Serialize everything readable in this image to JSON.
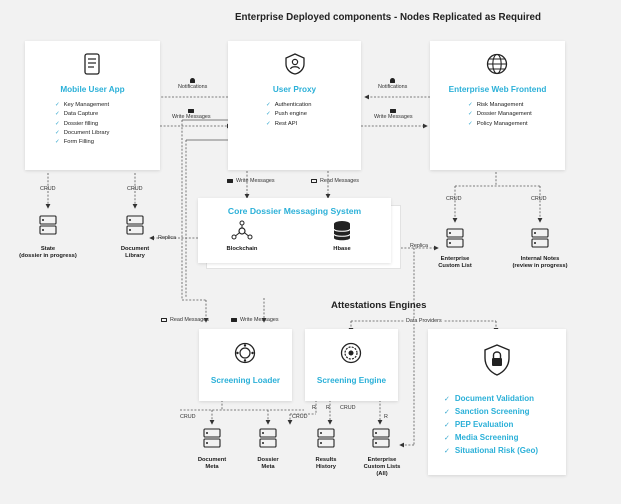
{
  "header": {
    "title": "Enterprise Deployed components - Nodes Replicated as Required"
  },
  "mobile_app": {
    "title": "Mobile User App",
    "icon": "mobile-form-icon",
    "features": [
      "Key Management",
      "Data Capture",
      "Dossier filling",
      "Document Library",
      "Form Filling"
    ]
  },
  "user_proxy": {
    "title": "User Proxy",
    "icon": "user-shield-icon",
    "features": [
      "Authentication",
      "Push engine",
      "Rest API"
    ]
  },
  "web_frontend": {
    "title": "Enterprise Web Frontend",
    "icon": "globe-icon",
    "features": [
      "Risk Management",
      "Dossier Management",
      "Policy Management"
    ]
  },
  "arrows": {
    "notifications": "Notifications",
    "write_messages": "Write Messages",
    "read_messages": "Read Messages",
    "crud": "CRUD",
    "replica": "Replica",
    "r": "R",
    "data_providers": "Data Providers"
  },
  "core": {
    "title": "Core Dossier Messaging System",
    "blockchain": "Blockchain",
    "hbase": "Hbase"
  },
  "stores_top": {
    "state": "State\n(dossier in progress)",
    "document_library": "Document\nLibrary",
    "enterprise_custom_list": "Enterprise\nCustom List",
    "internal_notes": "Internal Notes\n(review in progress)"
  },
  "attestations": {
    "title": "Attestations Engines",
    "screening_loader": "Screening Loader",
    "screening_engine": "Screening Engine",
    "checks": [
      "Document Validation",
      "Sanction Screening",
      "PEP Evaluation",
      "Media Screening",
      "Situational Risk (Geo)"
    ]
  },
  "stores_bottom": {
    "document_meta": "Document\nMeta",
    "dossier_meta": "Dossier\nMeta",
    "results_history": "Results\nHistory",
    "enterprise_custom_lists_all": "Enterprise\nCustom Lists\n(All)"
  },
  "colors": {
    "accent": "#2bb0d8",
    "line": "#555555",
    "background": "#f2f2f2"
  }
}
